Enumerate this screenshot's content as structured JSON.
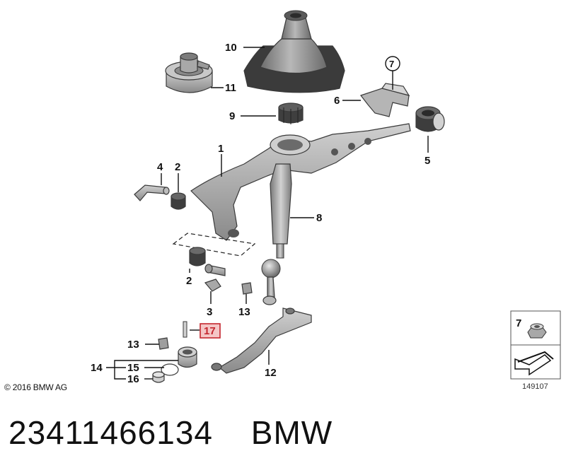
{
  "callouts": {
    "c1": "1",
    "c2a": "2",
    "c2b": "2",
    "c3": "3",
    "c4": "4",
    "c5": "5",
    "c6": "6",
    "c7": "7",
    "c8": "8",
    "c9": "9",
    "c10": "10",
    "c11": "11",
    "c12": "12",
    "c13a": "13",
    "c13b": "13",
    "c14": "14",
    "c15": "15",
    "c16": "16",
    "c17": "17",
    "legend7": "7"
  },
  "footer": {
    "copyright": "© 2016 BMW AG",
    "diagram_id": "149107"
  },
  "caption": {
    "part_number": "23411466134",
    "brand": "BMW"
  },
  "colors": {
    "highlight": "#c4262e",
    "highlight_fill": "#f4c6c6",
    "part_grey": "#9a9a9a",
    "dark_grey": "#4a4a4a"
  }
}
